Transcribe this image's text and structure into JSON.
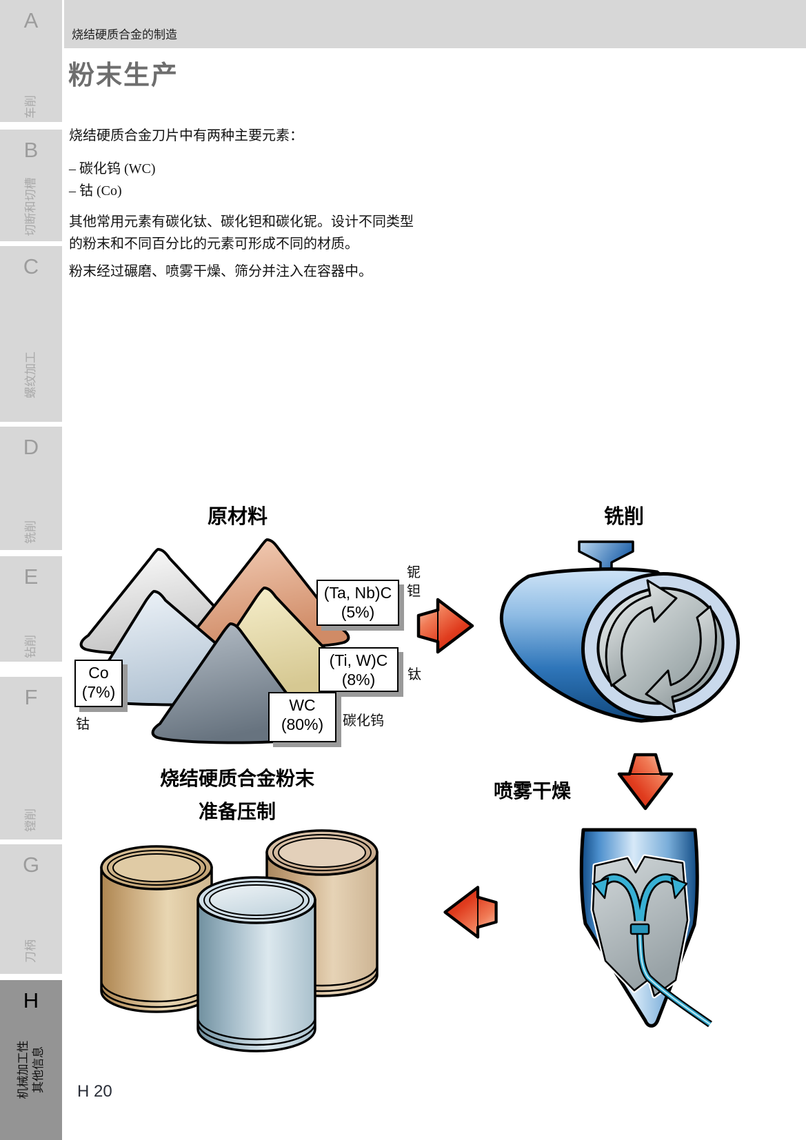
{
  "page": {
    "number": "H 20"
  },
  "header": {
    "band_text": "烧结硬质合金的制造",
    "page_title": "粉末生产"
  },
  "sidebar": {
    "tabs": [
      {
        "letter": "A",
        "label": "车削"
      },
      {
        "letter": "B",
        "label": "切断和切槽"
      },
      {
        "letter": "C",
        "label": "螺纹加工"
      },
      {
        "letter": "D",
        "label": "铣削"
      },
      {
        "letter": "E",
        "label": "钻削"
      },
      {
        "letter": "F",
        "label": "镗削"
      },
      {
        "letter": "G",
        "label": "刀柄"
      },
      {
        "letter": "H",
        "label_line1": "机械加工性",
        "label_line2": "其他信息"
      }
    ]
  },
  "body": {
    "intro": "烧结硬质合金刀片中有两种主要元素：",
    "bullet1": "– 碳化钨 (WC)",
    "bullet2": "– 钴 (Co)",
    "para2_line1": "其他常用元素有碳化钛、碳化钽和碳化铌。设计不同类型",
    "para2_line2": "的粉末和不同百分比的元素可形成不同的材质。",
    "para3": "粉末经过碾磨、喷雾干燥、筛分并注入在容器中。"
  },
  "diagram": {
    "raw_materials_title": "原材料",
    "milling_title": "铣削",
    "spray_drying_title": "喷雾干燥",
    "powder_title_line1": "烧结硬质合金粉末",
    "powder_title_line2": "准备压制",
    "box_ta_nb_line1": "(Ta, Nb)C",
    "box_ta_nb_line2": "(5%)",
    "box_ti_w_line1": "(Ti, W)C",
    "box_ti_w_line2": "(8%)",
    "box_wc_line1": "WC",
    "box_wc_line2": "(80%)",
    "box_co_line1": "Co",
    "box_co_line2": "(7%)",
    "ann_nb": "铌",
    "ann_ta": "钽",
    "ann_ti": "钛",
    "ann_wc": "碳化钨",
    "ann_co": "钴"
  },
  "colors": {
    "band_gray": "#d7d7d7",
    "tab_active_gray": "#949494",
    "title_gray": "#6e6e6e",
    "arrow_red": "#e03c1e",
    "drum_blue": "#2f76ba",
    "interior_gray": "#9aa4a6",
    "cyan_flow": "#38b0d4",
    "barrel_tan": "#c9a87a",
    "barrel_steel": "#9db6c4"
  }
}
